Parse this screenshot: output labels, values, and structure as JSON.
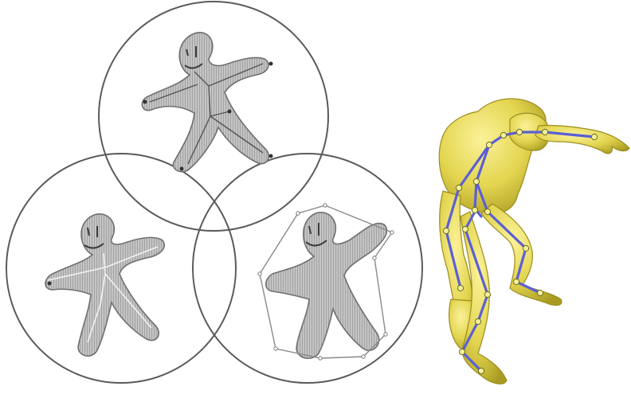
{
  "figure": {
    "background": "#ffffff",
    "venn": {
      "stroke": "#5a5a5a",
      "circles": [
        {
          "id": "top",
          "label": ""
        },
        {
          "id": "left",
          "label": ""
        },
        {
          "id": "right",
          "label": ""
        }
      ],
      "figure_fill": "#bdbdbd",
      "figure_edge": "#6f6f6f",
      "overlay_color": "#8a8a8a"
    },
    "character": {
      "skin": "#e6d85a",
      "skin_shadow": "#a89a22",
      "skeleton_bone": "#5b5fd6",
      "skeleton_joint": "#f4ef9a"
    }
  }
}
